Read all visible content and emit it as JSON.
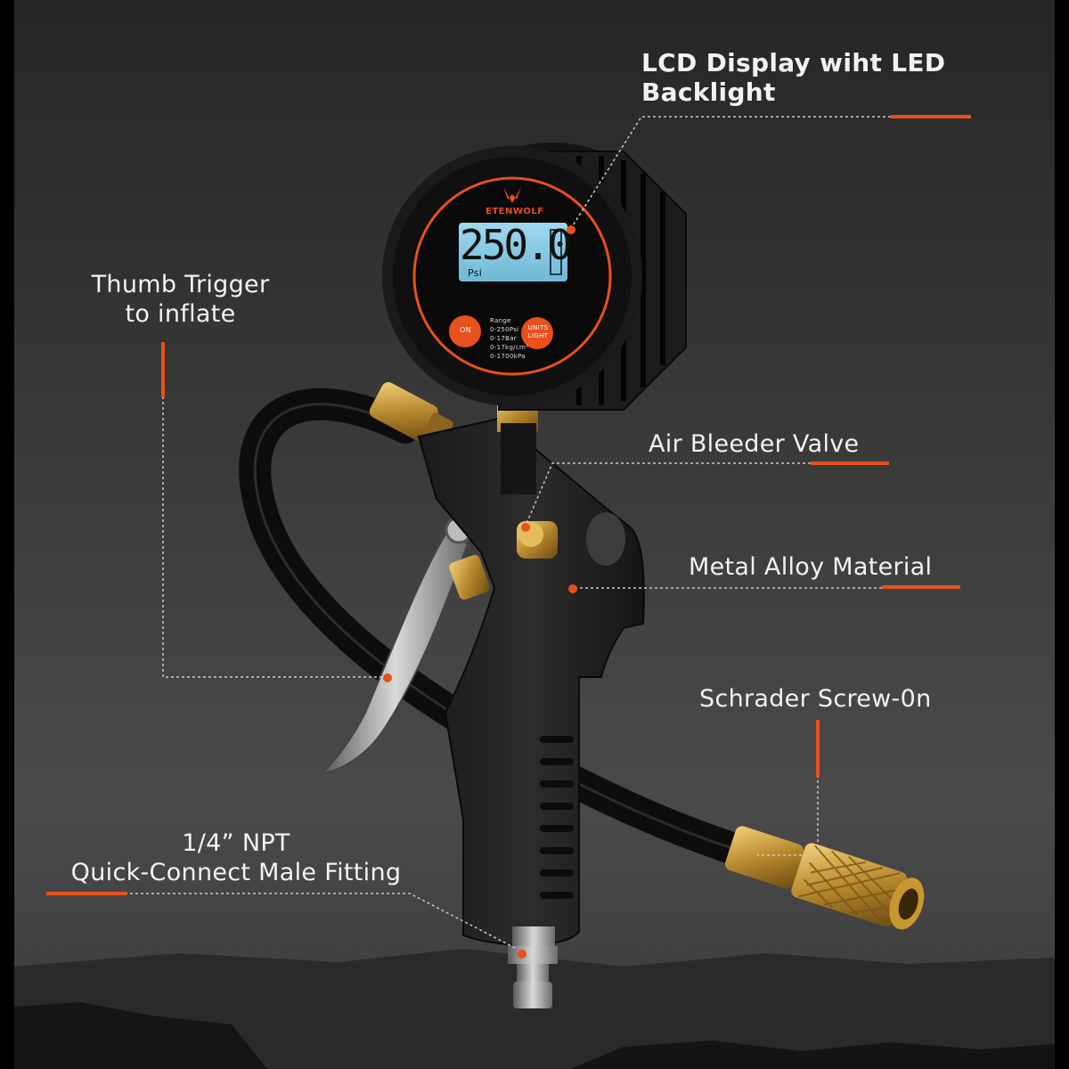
{
  "callouts": {
    "lcd": {
      "line1": "LCD Display wiht LED",
      "line2": "Backlight"
    },
    "trigger": {
      "line1": "Thumb Trigger",
      "line2": "to inflate"
    },
    "bleeder": "Air Bleeder Valve",
    "alloy": "Metal Alloy Material",
    "schrader": "Schrader Screw-0n",
    "npt": {
      "line1": "1/4” NPT",
      "line2": "Quick-Connect Male Fitting"
    }
  },
  "gauge": {
    "brand": "ETENWOLF",
    "reading": "250.0",
    "unit": "Psi",
    "on_label": "ON",
    "units_label": "UNITS",
    "light_label": "LIGHT",
    "range": [
      "Range",
      "0-250Psi",
      "0-17Bar",
      "0-17kg/cm²",
      "0-1700kPa"
    ]
  },
  "colors": {
    "accent": "#e8501e",
    "text": "#f2f2f2"
  }
}
